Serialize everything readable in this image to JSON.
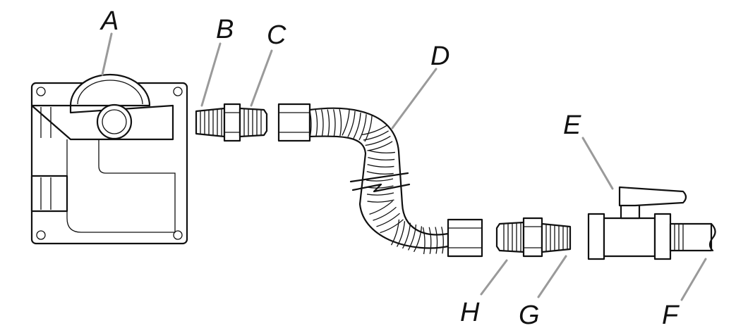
{
  "diagram": {
    "labels": {
      "A": "A",
      "B": "B",
      "C": "C",
      "D": "D",
      "E": "E",
      "F": "F",
      "G": "G",
      "H": "H"
    }
  },
  "colors": {
    "stroke": "#111111",
    "leader": "#9a9a9a",
    "background": "#ffffff"
  }
}
